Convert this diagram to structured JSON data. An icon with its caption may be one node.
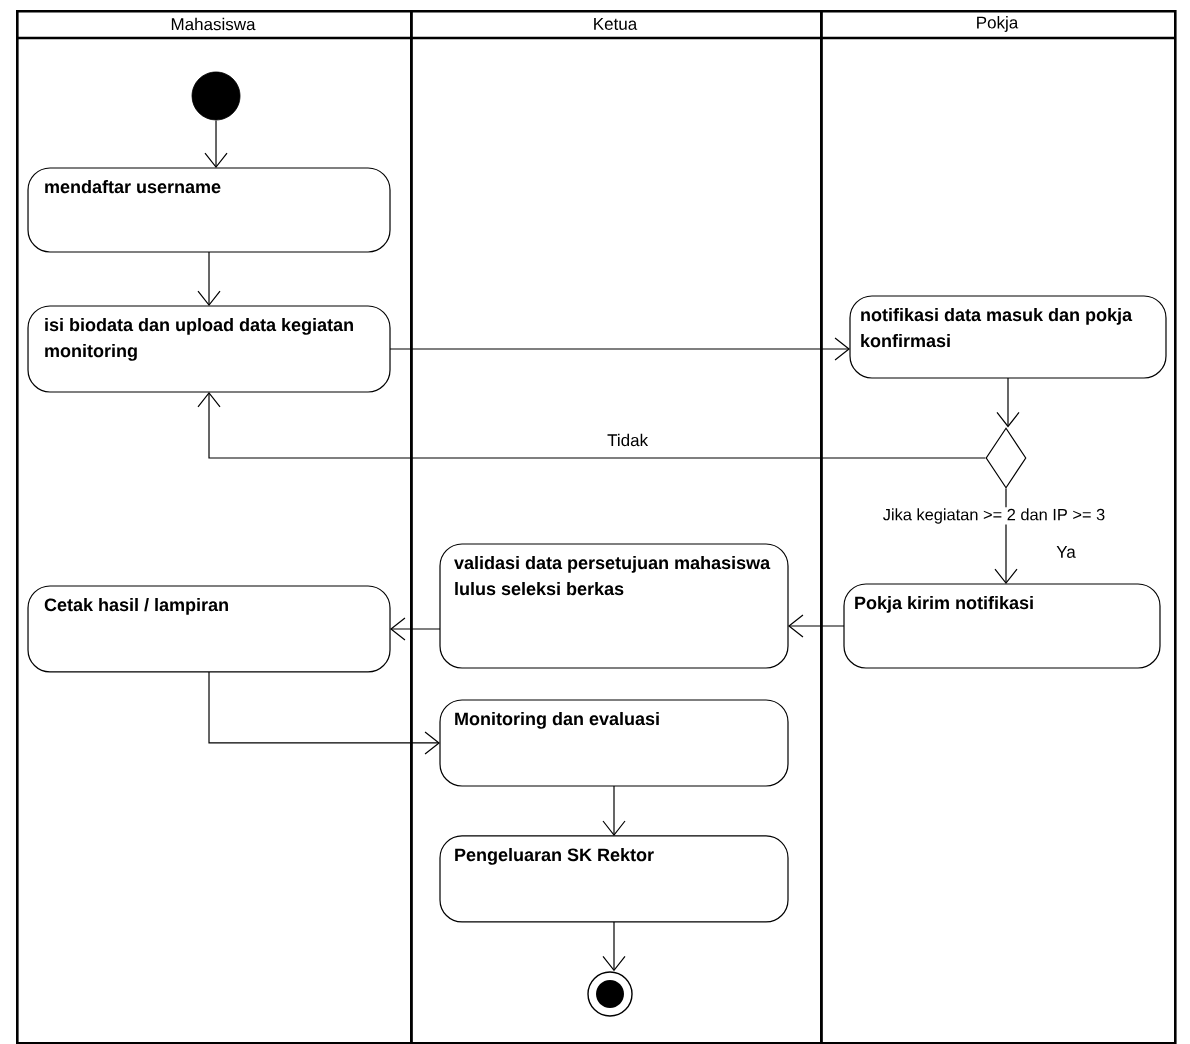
{
  "diagram": {
    "nodes": [
      {
        "text": [
          "Mahasiswa"
        ]
      },
      {
        "text": [
          "Ketua"
        ]
      },
      {
        "text": [
          "Pokja"
        ]
      },
      {
        "text": [],
        "shape": "circle",
        "in": 0
      },
      {
        "text": [
          "mendaftar username"
        ],
        "in": 0
      },
      {
        "text": [
          "isi biodata dan upload data kegiatan monitoring"
        ],
        "in": 0
      },
      {
        "text": [
          "notifikasi data masuk dan pokja konfirmasi"
        ],
        "in": 2
      },
      {
        "text": [],
        "shape": "diamond",
        "in": 2
      },
      {
        "text": [
          "Pokja kirim notifikasi"
        ],
        "in": 2
      },
      {
        "text": [
          "validasi data persetujuan mahasiswa lulus seleksi berkas"
        ],
        "in": 1
      },
      {
        "text": [
          "Cetak hasil / lampiran"
        ],
        "in": 0
      },
      {
        "text": [
          "Monitoring dan evaluasi"
        ],
        "in": 1
      },
      {
        "text": [
          "Pengeluaran SK Rektor"
        ],
        "in": 1
      },
      {
        "text": [],
        "shape": "circle",
        "in": 1
      }
    ],
    "edges": [
      {
        "from": 3,
        "to": 4,
        "arrow": "to"
      },
      {
        "from": 4,
        "to": 5,
        "arrow": "to"
      },
      {
        "from": 5,
        "to": 6,
        "arrow": "to"
      },
      {
        "from": 6,
        "to": 7,
        "arrow": "to"
      },
      {
        "from": 7,
        "to": 5,
        "arrow": "to",
        "label": "Tidak"
      },
      {
        "from": 7,
        "to": 8,
        "arrow": "to",
        "label": "Ya"
      },
      {
        "from": 8,
        "to": 9,
        "arrow": "to"
      },
      {
        "from": 9,
        "to": 10,
        "arrow": "to"
      },
      {
        "from": 10,
        "to": 11,
        "arrow": "to"
      },
      {
        "from": 11,
        "to": 12,
        "arrow": "to"
      },
      {
        "from": 12,
        "to": 13,
        "arrow": "to"
      }
    ],
    "labels": [
      "Jika kegiatan >= 2 dan IP >= 3"
    ]
  }
}
